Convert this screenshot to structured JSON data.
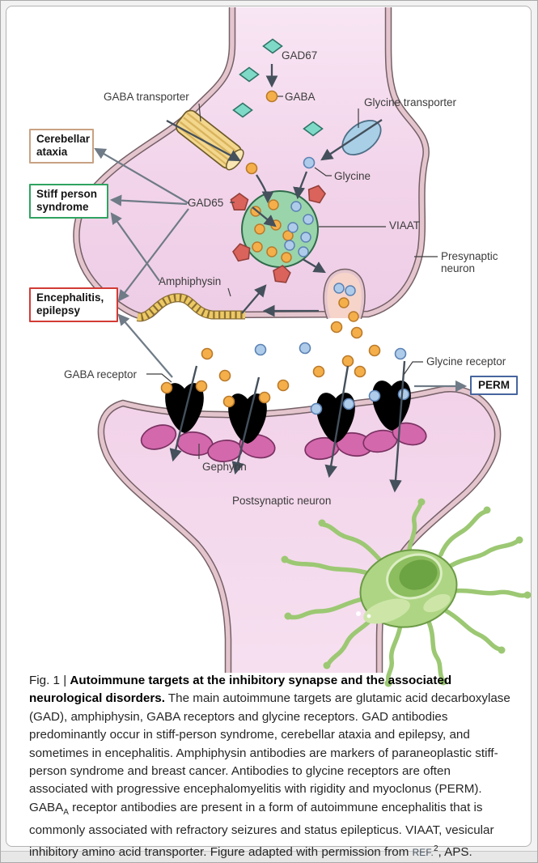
{
  "figure": {
    "labels": {
      "gad67": "GAD67",
      "gaba": "GABA",
      "gaba_transporter": "GABA transporter",
      "glycine_transporter": "Glycine transporter",
      "glycine": "Glycine",
      "gad65": "GAD65",
      "viaat": "VIAAT",
      "presynaptic_neuron": "Presynaptic neuron",
      "amphiphysin": "Amphiphysin",
      "gaba_receptor": "GABA receptor",
      "glycine_receptor": "Glycine receptor",
      "gephyrin": "Gephyrin",
      "postsynaptic_neuron": "Postsynaptic neuron"
    },
    "disorder_boxes": {
      "cerebellar": {
        "label": "Cerebellar ataxia",
        "border_color": "#C9A283"
      },
      "stiff_person": {
        "label": "Stiff person syndrome",
        "border_color": "#2FA361"
      },
      "encephalitis": {
        "label": "Encephalitis, epilepsy",
        "border_color": "#D23B35"
      },
      "perm": {
        "label": "PERM",
        "border_color": "#46659E"
      }
    },
    "shape_colors": {
      "gaba_molecule_orange": "#F5AF4A",
      "glycine_molecule_blue": "#AECBEA",
      "gad67_diamond_teal": "#7EDAC6",
      "gad65_pentagon_red": "#DA635C",
      "vesicle_green": "#9AD4AB",
      "gaba_receptor_olive": "#ABAE84",
      "glycine_receptor_green": "#6FC795",
      "gephyrin_magenta": "#D468AC",
      "gaba_transporter_yellow": "#F3D78D",
      "glycine_transporter_blue": "#A9CFE6",
      "neuron_pink": "#F3D9EC",
      "arrow_grey": "#6F7B87"
    }
  },
  "caption": {
    "fig_label": "Fig. 1 | ",
    "title": "Autoimmune targets at the inhibitory synapse and the associated neurological disorders.",
    "body_1": " The main autoimmune targets are glutamic acid decarboxylase (GAD), amphiphysin, GABA receptors and glycine receptors. GAD antibodies predominantly occur in stiff-person syndrome, cerebellar ataxia and epilepsy, and sometimes in encephalitis. Amphiphysin antibodies are markers of paraneoplastic stiff-person syndrome and breast cancer. Antibodies to glycine receptors are often associated with progressive encephalomyelitis with rigidity and myoclonus (PERM). GABA",
    "gaba_a_subscript": "A",
    "body_2": " receptor antibodies are present in a form of autoimmune encephalitis that is commonly associated with refractory seizures and status epilepticus. VIAAT, vesicular inhibitory amino acid transporter. Figure adapted with permission from ",
    "ref_label": "REF.",
    "ref_superscript": "2",
    "body_3": ", APS."
  }
}
